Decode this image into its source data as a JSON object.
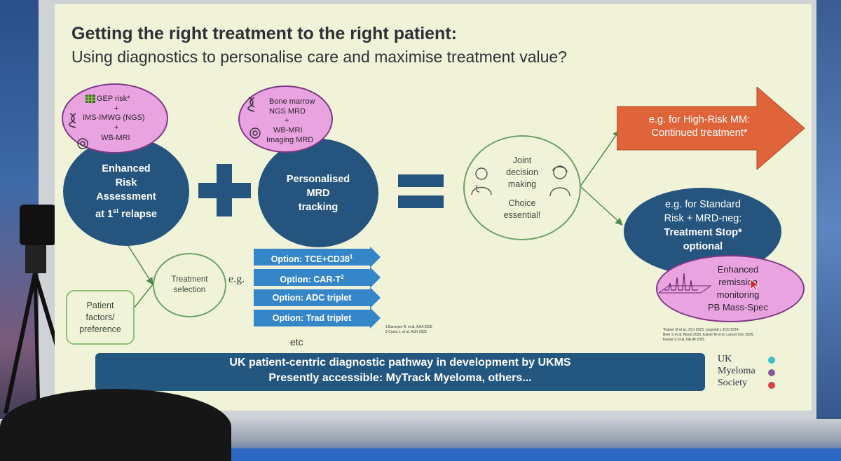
{
  "slide": {
    "title": "Getting the right treatment to the right patient:",
    "subtitle": "Using diagnostics to personalise care and maximise treatment value?",
    "risk_oval": {
      "line1": "GEP risk*",
      "plus1": "+",
      "line2": "IMS-IMWG (NGS)",
      "plus2": "+",
      "line3": "WB-MRI"
    },
    "risk_circle": [
      "Enhanced",
      "Risk",
      "Assessment",
      "at 1",
      "st",
      " relapse"
    ],
    "mrd_oval": {
      "line1": "Bone marrow",
      "line2": "NGS MRD",
      "plus": "+",
      "line3": "WB-MRI",
      "line4": "Imaging MRD"
    },
    "mrd_circle": [
      "Personalised",
      "MRD",
      "tracking"
    ],
    "joint": [
      "Joint",
      "decision",
      "making",
      "Choice",
      "essential!"
    ],
    "high_risk": [
      "e.g. for High-Risk MM:",
      "Continued treatment*"
    ],
    "standard": [
      "e.g. for Standard",
      "Risk + MRD-neg:",
      "Treatment Stop*",
      "optional"
    ],
    "remission": [
      "Enhanced",
      "remission",
      "monitoring",
      "PB Mass-Spec"
    ],
    "treatment_selection": [
      "Treatment",
      "selection"
    ],
    "eg_label": "e.g.",
    "patient_factors": [
      "Patient",
      "factors/",
      "preference"
    ],
    "options": [
      "Option: TCE+CD38",
      "Option: CAR-T",
      "Option: ADC triplet",
      "Option: Trad triplet"
    ],
    "option_sups": [
      "1",
      "2",
      "",
      ""
    ],
    "etc": "etc",
    "refs_left": [
      "1 Banerjee R, et al, EHA 2025",
      "2 Costa L, et al, ASH 2025"
    ],
    "refs_right": [
      "*Kaiser M et al, JCO 2023; Leypoldt L JCO 2024;",
      "Beer S et al, Blood 2025; Kaiser M et al, Lancet Onc 2025;",
      "Kumar S et al, NEJM 2025"
    ],
    "banner": [
      "UK patient-centric diagnostic pathway in development by UKMS",
      "Presently accessible: MyTrack Myeloma, others..."
    ],
    "ukms_logo": [
      "UK",
      "Myeloma",
      "Society"
    ]
  },
  "colors": {
    "dark_blue": "#25557f",
    "pink": "#e9a3e0",
    "orange": "#e0643a",
    "option_blue": "#3586c8",
    "green_outline": "#6aa266",
    "slide_bg": "#f1f3d9"
  },
  "icons": [
    "dna-icon",
    "grid-icon",
    "scanner-icon",
    "doctor-icon",
    "patient-icon",
    "mass-spec-icon",
    "cursor-icon"
  ]
}
